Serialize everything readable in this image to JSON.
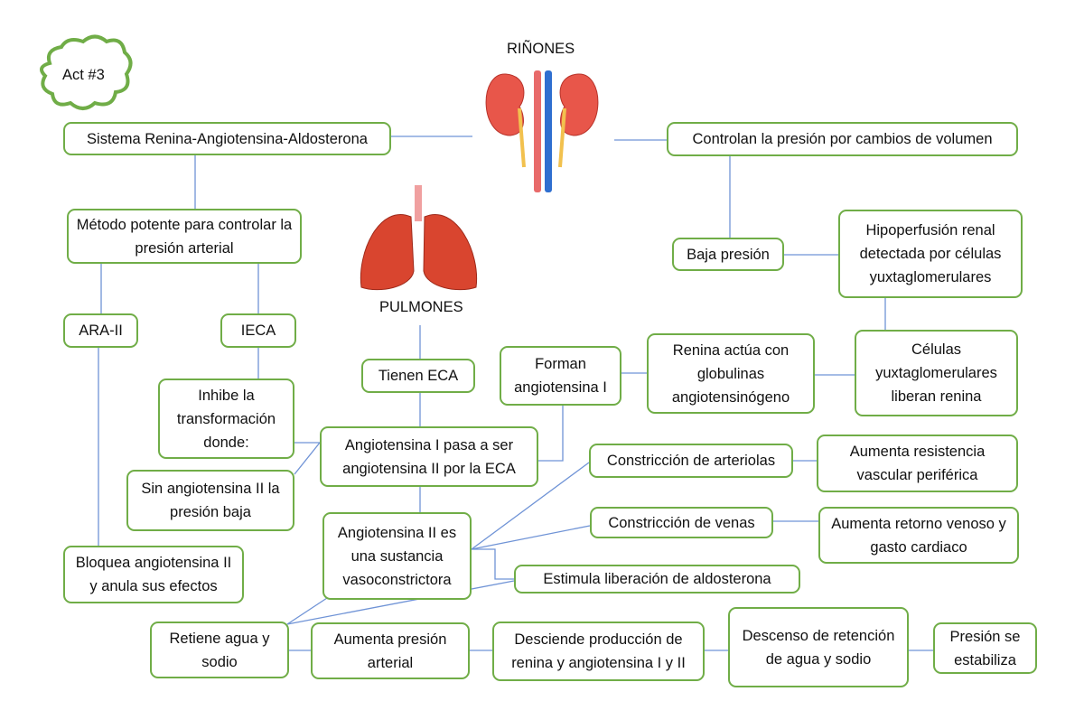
{
  "activity": "Act #3",
  "organs": {
    "kidneys": "RIÑONES",
    "lungs": "PULMONES"
  },
  "nodes": {
    "sistema": "Sistema Renina-Angiotensina-Aldosterona",
    "metodo": "Método potente para controlar la presión arterial",
    "ara": "ARA-II",
    "ieca": "IECA",
    "inhibe": "Inhibe la transformación donde:",
    "sin_angio": "Sin angiotensina II la presión baja",
    "bloquea": "Bloquea angiotensina II y anula sus efectos",
    "tienen_eca": "Tienen ECA",
    "angio1": "Angiotensina I pasa a ser angiotensina II por la ECA",
    "forman": "Forman angiotensina I",
    "renina_actua": "Renina actúa con globulinas angiotensinógeno",
    "celulas": "Células yuxtaglomerulares liberan renina",
    "hipoperfusion": "Hipoperfusión renal detectada por células yuxtaglomerulares",
    "baja": "Baja presión",
    "controlan": "Controlan la presión por cambios de volumen",
    "arteriolas": "Constricción de arteriolas",
    "resistencia": "Aumenta resistencia vascular periférica",
    "venas": "Constricción de venas",
    "retorno": "Aumenta retorno venoso y gasto cardiaco",
    "angio2": "Angiotensina II es una sustancia vasoconstrictora",
    "estimula": "Estimula liberación de aldosterona",
    "retiene": "Retiene agua y sodio",
    "aumenta_presion": "Aumenta presión arterial",
    "desciende": "Desciende producción de renina y angiotensina I y II",
    "descenso": "Descenso de retención de agua y sodio",
    "estabiliza": "Presión se estabiliza"
  },
  "colors": {
    "border": "#70ad47",
    "line": "#4472c4"
  }
}
